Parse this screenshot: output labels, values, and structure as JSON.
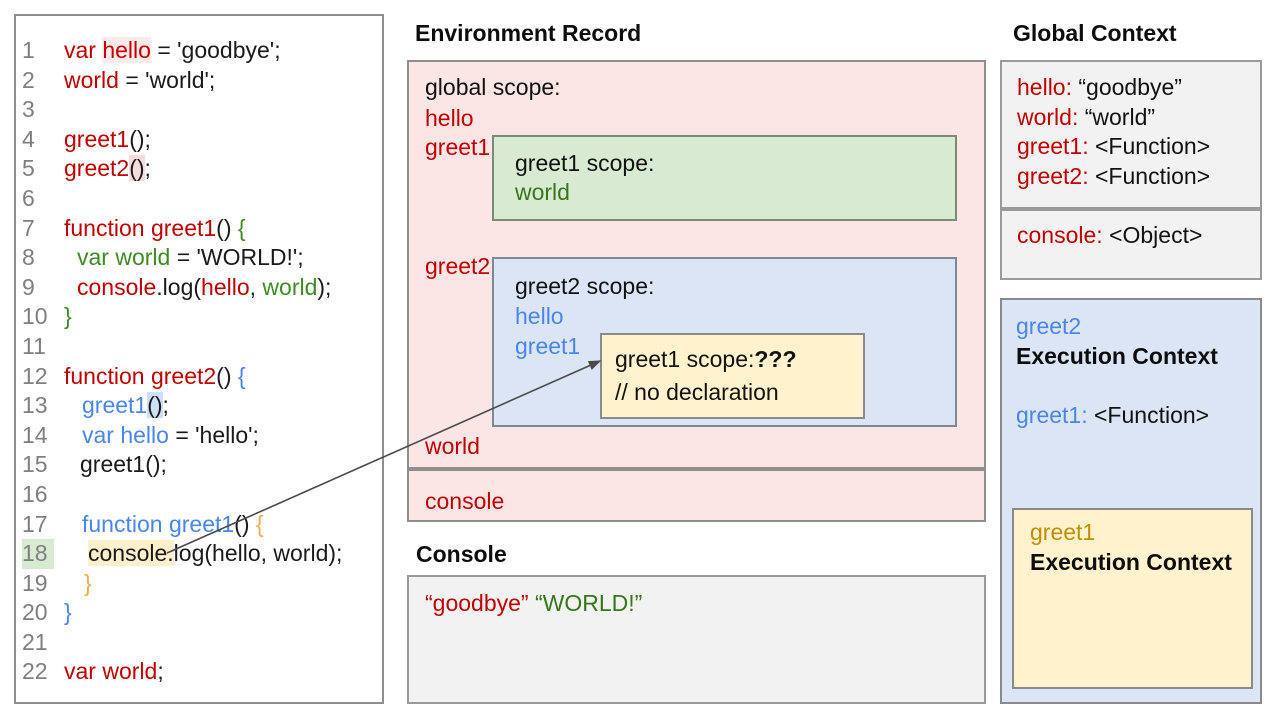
{
  "palette": {
    "pink_bg": "#fbe5e5",
    "green_bg": "#d9ead3",
    "blue_bg": "#dbe5f6",
    "yellow_bg": "#fff2cc",
    "gray_bg": "#f2f2f2",
    "border_gray": "#8f8f8f",
    "red_text": "#c00000",
    "green_text": "#38761d",
    "blue_text": "#4a86e8",
    "gold_text": "#bf9000",
    "code_green": "#3e8b24",
    "code_gold": "#f0ad4e",
    "line_number_gray": "#7f7f7f",
    "highlight_pink": "#f8dcdc",
    "highlight_blue": "#cde0f6",
    "highlight_cream": "#fdf0ca",
    "highlight_green": "#d9ead3",
    "arrow": "#4a4a4a"
  },
  "code_panel": {
    "lines": [
      {
        "num": "1",
        "ind": 0,
        "seg": [
          {
            "t": "var ",
            "c": "r"
          },
          {
            "t": "hello",
            "c": "r",
            "hl": "pink1"
          },
          {
            "t": " = 'goodbye';",
            "c": "k"
          }
        ]
      },
      {
        "num": "2",
        "ind": 0,
        "seg": [
          {
            "t": "world",
            "c": "r"
          },
          {
            "t": " = 'world';",
            "c": "k"
          }
        ]
      },
      {
        "num": "3",
        "ind": 0,
        "seg": []
      },
      {
        "num": "4",
        "ind": 0,
        "seg": [
          {
            "t": "greet1",
            "c": "r"
          },
          {
            "t": "();",
            "c": "k"
          }
        ]
      },
      {
        "num": "5",
        "ind": 0,
        "seg": [
          {
            "t": "greet2",
            "c": "r"
          },
          {
            "t": "()",
            "c": "k",
            "hl": "pink2"
          },
          {
            "t": ";",
            "c": "k"
          }
        ]
      },
      {
        "num": "6",
        "ind": 0,
        "seg": []
      },
      {
        "num": "7",
        "ind": 0,
        "seg": [
          {
            "t": "function greet1",
            "c": "r"
          },
          {
            "t": "() ",
            "c": "k"
          },
          {
            "t": "{",
            "c": "g"
          }
        ]
      },
      {
        "num": "8",
        "ind": 13,
        "seg": [
          {
            "t": "var world",
            "c": "g"
          },
          {
            "t": " = 'WORLD!';",
            "c": "k"
          }
        ]
      },
      {
        "num": "9",
        "ind": 13,
        "seg": [
          {
            "t": "console",
            "c": "r"
          },
          {
            "t": ".log(",
            "c": "k"
          },
          {
            "t": "hello",
            "c": "r"
          },
          {
            "t": ", ",
            "c": "k"
          },
          {
            "t": "world",
            "c": "g"
          },
          {
            "t": ");",
            "c": "k"
          }
        ]
      },
      {
        "num": "10",
        "ind": 0,
        "seg": [
          {
            "t": "}",
            "c": "g"
          }
        ]
      },
      {
        "num": "11",
        "ind": 0,
        "seg": []
      },
      {
        "num": "12",
        "ind": 0,
        "seg": [
          {
            "t": "function greet2",
            "c": "r"
          },
          {
            "t": "() ",
            "c": "k"
          },
          {
            "t": "{",
            "c": "b"
          }
        ]
      },
      {
        "num": "13",
        "ind": 18,
        "seg": [
          {
            "t": "greet1",
            "c": "b"
          },
          {
            "t": "()",
            "c": "k",
            "hl": "blue"
          },
          {
            "t": ";",
            "c": "k"
          }
        ]
      },
      {
        "num": "14",
        "ind": 18,
        "seg": [
          {
            "t": "var hello",
            "c": "b"
          },
          {
            "t": " = 'hello';",
            "c": "k"
          }
        ]
      },
      {
        "num": "15",
        "ind": 16,
        "seg": [
          {
            "t": "greet1();",
            "c": "k"
          }
        ]
      },
      {
        "num": "16",
        "ind": 0,
        "seg": []
      },
      {
        "num": "17",
        "ind": 18,
        "seg": [
          {
            "t": "function greet1",
            "c": "b"
          },
          {
            "t": "() ",
            "c": "k"
          },
          {
            "t": "{",
            "c": "gold"
          }
        ]
      },
      {
        "num": "18",
        "ind": 24,
        "nhl": "green",
        "seg": [
          {
            "t": "console.",
            "c": "k",
            "hl": "cream"
          },
          {
            "t": "log(hello, world);",
            "c": "k"
          }
        ]
      },
      {
        "num": "19",
        "ind": 20,
        "seg": [
          {
            "t": "}",
            "c": "gold"
          }
        ]
      },
      {
        "num": "20",
        "ind": 0,
        "seg": [
          {
            "t": "}",
            "c": "b"
          }
        ]
      },
      {
        "num": "21",
        "ind": 0,
        "seg": []
      },
      {
        "num": "22",
        "ind": 0,
        "seg": [
          {
            "t": "var world",
            "c": "r"
          },
          {
            "t": ";",
            "c": "k"
          }
        ]
      }
    ]
  },
  "environment_record": {
    "title": "Environment Record",
    "global_scope_label": "global scope:",
    "globals": {
      "hello": "hello",
      "greet1": "greet1",
      "greet2": "greet2",
      "world": "world",
      "console": "console"
    },
    "greet1_scope": {
      "title": "greet1 scope:",
      "var1": "world"
    },
    "greet2_scope": {
      "title": "greet2 scope:",
      "var1": "hello",
      "var2": "greet1"
    },
    "greet1_inner_scope": {
      "title": "greet1 scope:",
      "unknown": "???",
      "comment": "// no declaration"
    }
  },
  "console_panel": {
    "title": "Console",
    "output1": "“goodbye”",
    "output2": "“WORLD!”"
  },
  "global_context": {
    "title": "Global Context",
    "entries": [
      {
        "name": "hello:",
        "value": "“goodbye”"
      },
      {
        "name": "world:",
        "value": "“world”"
      },
      {
        "name": "greet1:",
        "value": "<Function>"
      },
      {
        "name": "greet2:",
        "value": "<Function>"
      }
    ],
    "console_entry": {
      "name": "console:",
      "value": "<Object>"
    }
  },
  "execution_contexts": {
    "greet2": {
      "name": "greet2",
      "label": "Execution Context",
      "entry_name": "greet1:",
      "entry_value": "<Function>"
    },
    "greet1": {
      "name": "greet1",
      "label": "Execution Context"
    }
  }
}
